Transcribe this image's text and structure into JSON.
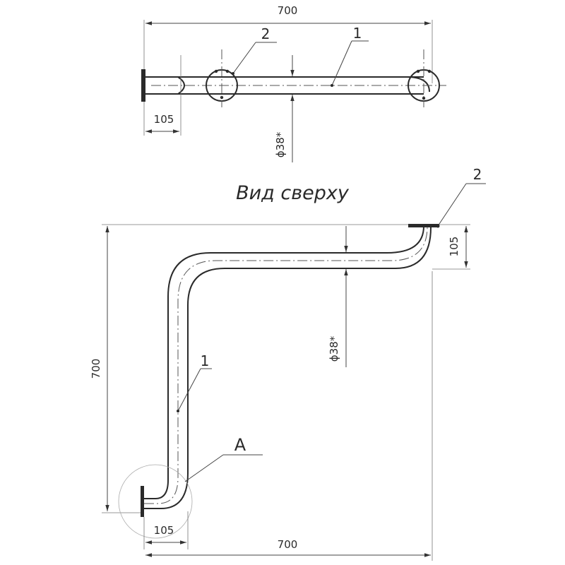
{
  "front_view": {
    "width_dim": "700",
    "offset_dim": "105",
    "diameter_dim": "ϕ38*",
    "callout_pipe": "1",
    "callout_flange": "2"
  },
  "top_view": {
    "title": "Вид сверху",
    "height_dim": "700",
    "width_dim": "700",
    "offset_dim_left": "105",
    "offset_dim_right": "105",
    "diameter_dim": "ϕ38*",
    "callout_pipe": "1",
    "callout_flange": "2",
    "detail_label": "A"
  }
}
